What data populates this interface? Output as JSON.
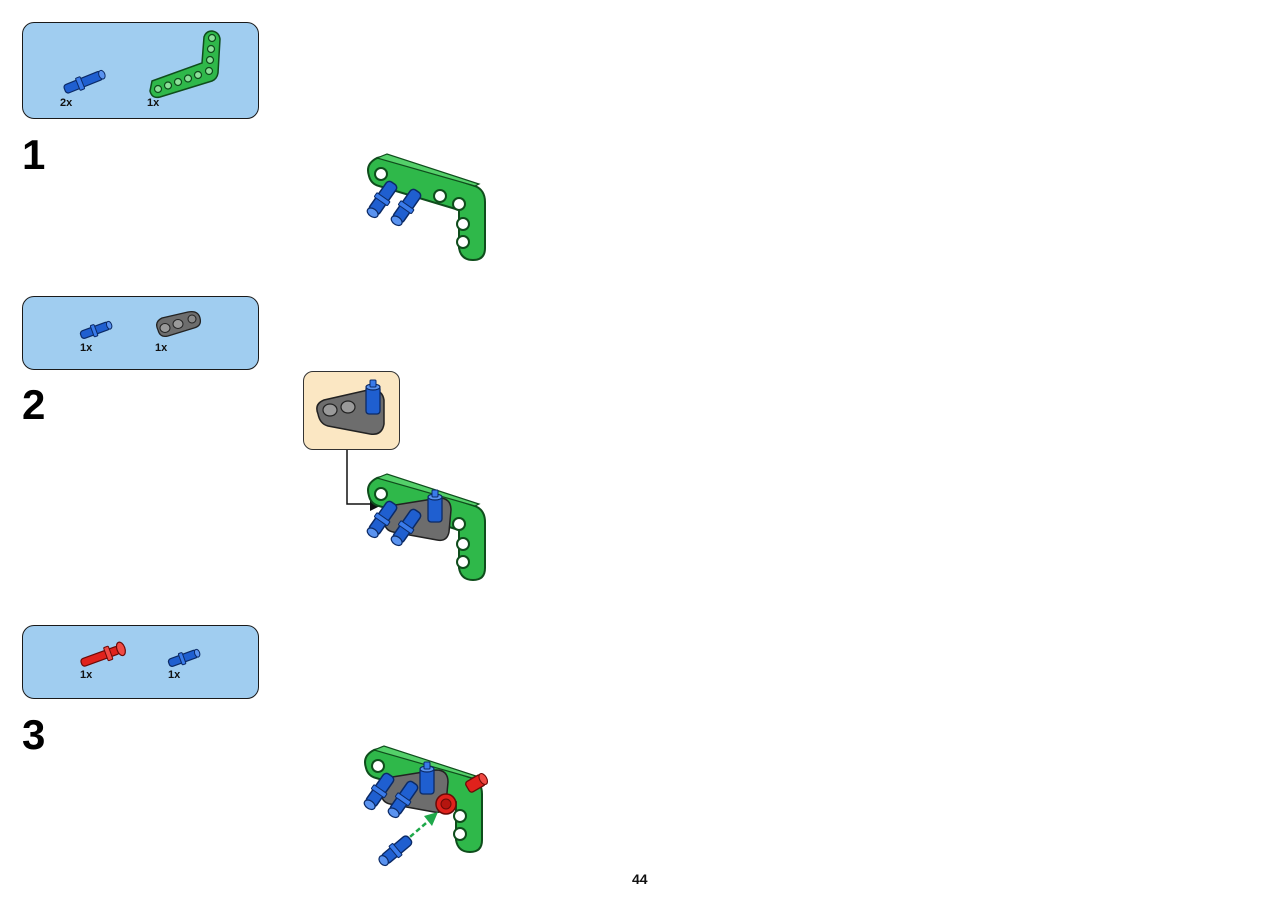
{
  "page_number": "44",
  "steps": [
    {
      "number": "1",
      "parts": [
        {
          "qty": "2x",
          "icon": "blue-axle-pin-icon"
        },
        {
          "qty": "1x",
          "icon": "green-l-beam-icon"
        }
      ]
    },
    {
      "number": "2",
      "parts": [
        {
          "qty": "1x",
          "icon": "blue-axle-pin-icon"
        },
        {
          "qty": "1x",
          "icon": "gray-connector-icon"
        }
      ]
    },
    {
      "number": "3",
      "parts": [
        {
          "qty": "1x",
          "icon": "red-axle-pin-icon"
        },
        {
          "qty": "1x",
          "icon": "blue-axle-pin-icon"
        }
      ]
    }
  ],
  "colors": {
    "parts_box": "#a0cdf0",
    "callout": "#fbe7c3",
    "green_beam": "#2fb84a",
    "blue_pin": "#1f5fd0",
    "gray_connector": "#6d6d6d",
    "red_pin": "#e0221c"
  }
}
